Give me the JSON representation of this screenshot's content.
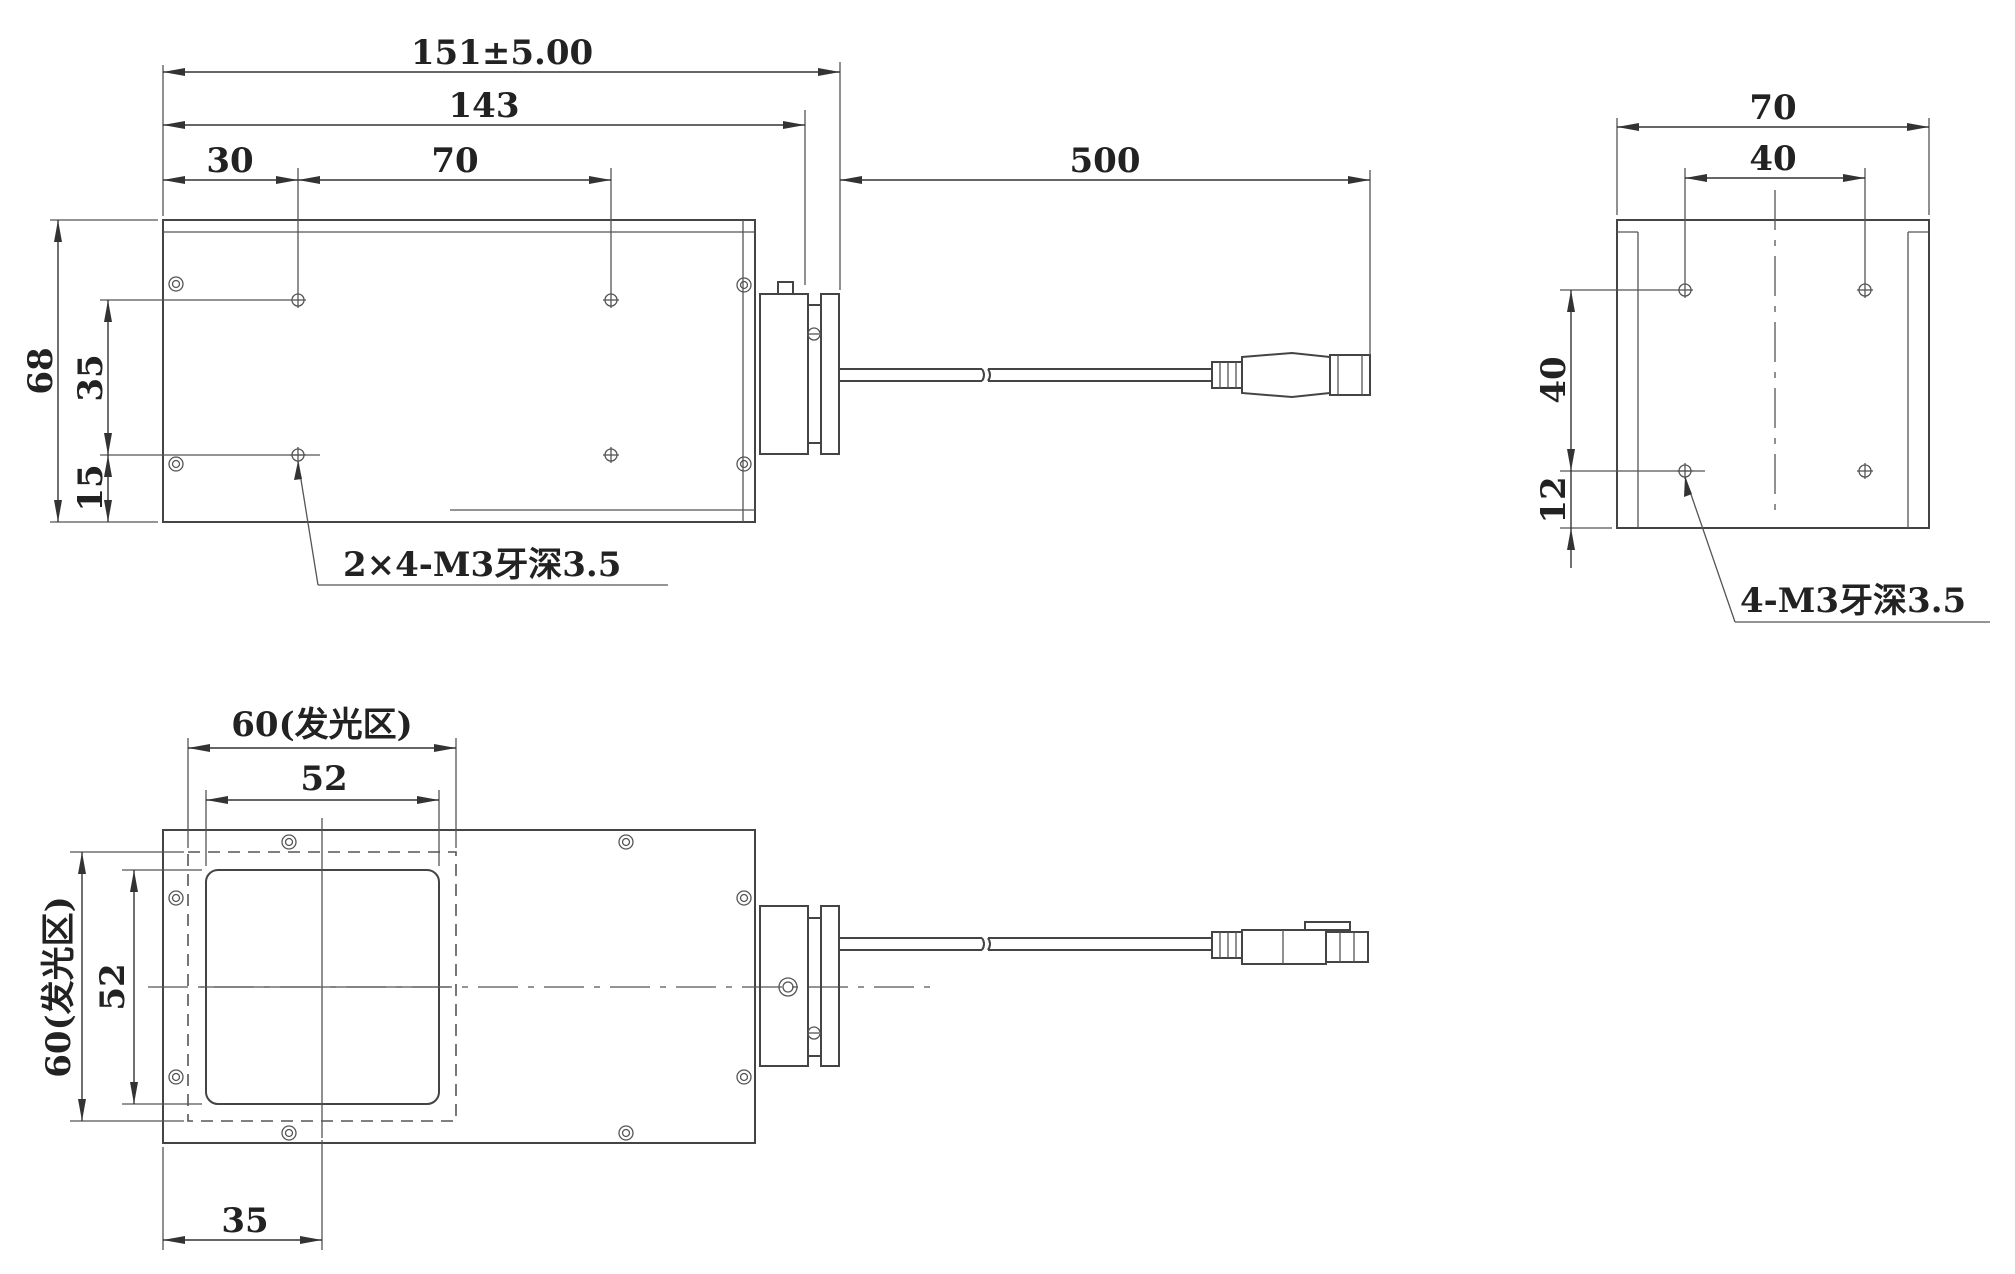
{
  "top_view": {
    "overall_length": "151±5.00",
    "body_length": "143",
    "hole_offset_x": "30",
    "hole_pitch_x": "70",
    "cable_length": "500",
    "body_height": "68",
    "hole_pitch_y": "35",
    "hole_offset_y": "15",
    "hole_callout": "2×4-M3牙深3.5"
  },
  "side_view": {
    "width": "70",
    "hole_pitch_x": "40",
    "hole_pitch_y": "40",
    "hole_offset_y": "12",
    "hole_callout": "4-M3牙深3.5"
  },
  "bottom_view": {
    "emitting_width": "60(发光区)",
    "window_width": "52",
    "emitting_height": "60(发光区)",
    "window_height": "52",
    "window_offset_x": "35"
  }
}
